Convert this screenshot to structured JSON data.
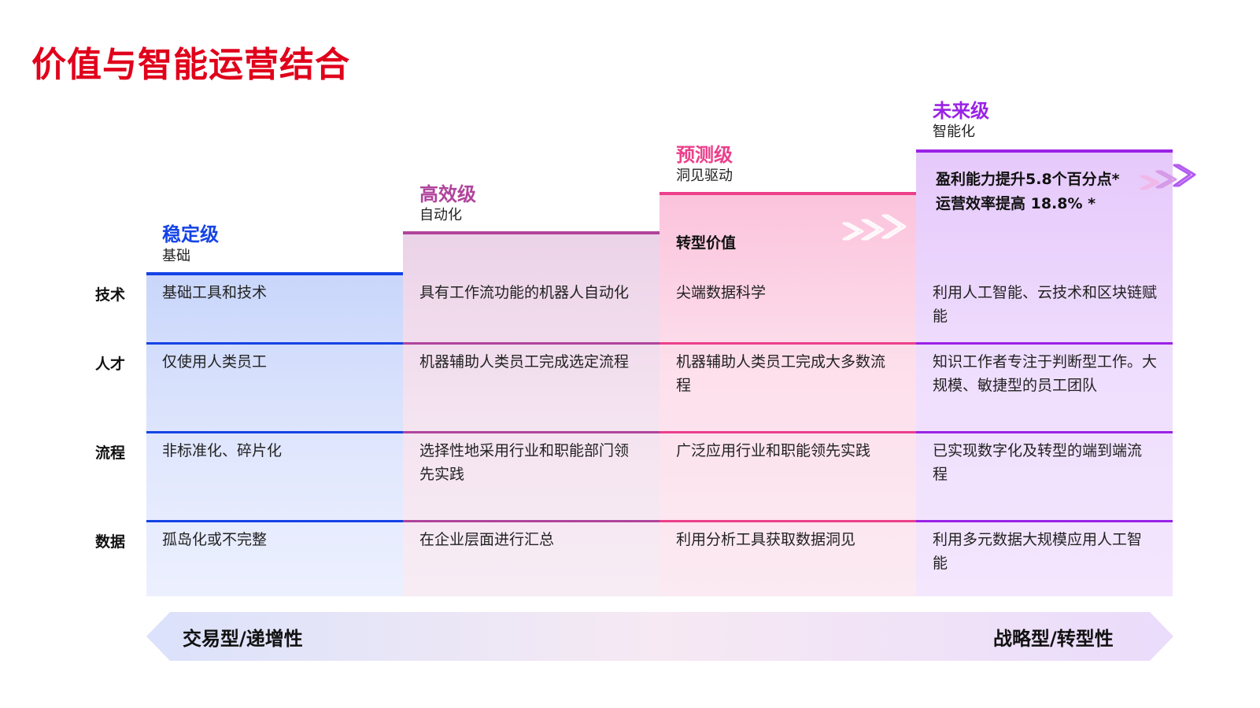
{
  "title": "价值与智能运营结合",
  "levels": [
    {
      "name": "稳定级",
      "sub": "基础",
      "color": "#1443e6"
    },
    {
      "name": "高效级",
      "sub": "自动化",
      "color": "#b0449c"
    },
    {
      "name": "预测级",
      "sub": "洞见驱动",
      "color": "#ec3f8b"
    },
    {
      "name": "未来级",
      "sub": "智能化",
      "color": "#9a22e6"
    }
  ],
  "value_block": {
    "col3_title": "转型价值",
    "col4_lines": [
      "盈利能力提升5.8个百分点*",
      "运营效率提高 18.8% *"
    ]
  },
  "rows": [
    {
      "label": "技术",
      "cells": [
        "基础工具和技术",
        "具有工作流功能的机器人自动化",
        "尖端数据科学",
        "利用人工智能、云技术和区块链赋能"
      ]
    },
    {
      "label": "人才",
      "cells": [
        "仅使用人类员工",
        "机器辅助人类员工完成选定流程",
        "机器辅助人类员工完成大多数流程",
        "知识工作者专注于判断型工作。大规模、敏捷型的员工团队"
      ]
    },
    {
      "label": "流程",
      "cells": [
        "非标准化、碎片化",
        "选择性地采用行业和职能部门领先实践",
        "广泛应用行业和职能领先实践",
        "已实现数字化及转型的端到端流程"
      ]
    },
    {
      "label": "数据",
      "cells": [
        "孤岛化或不完整",
        "在企业层面进行汇总",
        "利用分析工具获取数据洞见",
        "利用多元数据大规模应用人工智能"
      ]
    }
  ],
  "arrow": {
    "left": "交易型/递增性",
    "right": "战略型/转型性"
  }
}
